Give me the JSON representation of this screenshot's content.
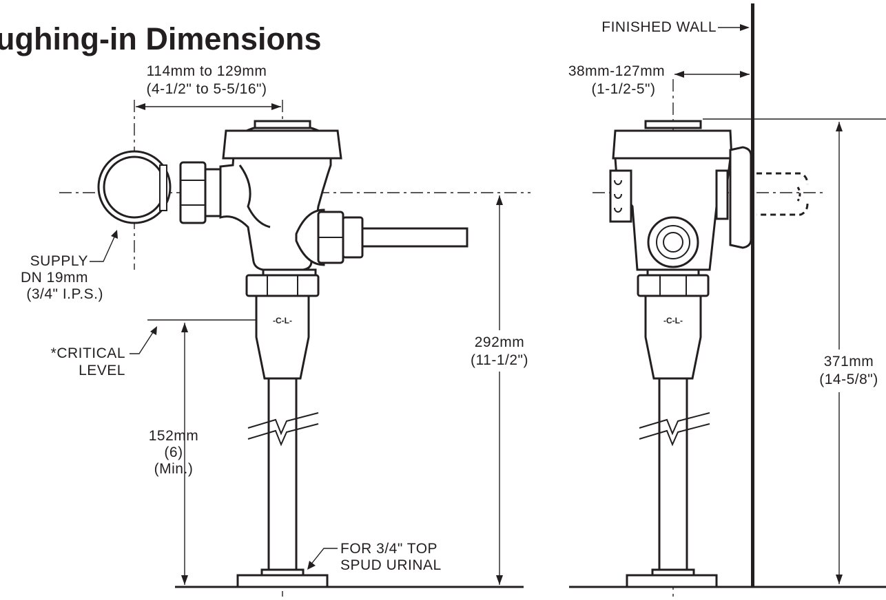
{
  "title": "ughing-in Dimensions",
  "left_view": {
    "top_dimension_mm": "114mm to 129mm",
    "top_dimension_in": "(4-1/2\" to 5-5/16\")",
    "supply_line1": "SUPPLY",
    "supply_line2": "DN 19mm",
    "supply_line3": "(3/4\" I.P.S.)",
    "critical_line1": "*CRITICAL",
    "critical_line2": "LEVEL",
    "centerline_mark": "-C-L-",
    "height_mm": "292mm",
    "height_in": "(11-1/2\")",
    "min_mm": "152mm",
    "min_in": "(6)",
    "min_note": "(Min.)",
    "urinal_line1": "FOR 3/4\" TOP",
    "urinal_line2": "SPUD URINAL"
  },
  "right_view": {
    "finished_wall": "FINISHED WALL",
    "offset_mm": "38mm-127mm",
    "offset_in": "(1-1/2-5\")",
    "centerline_mark": "-C-L-",
    "height_mm": "371mm",
    "height_in": "(14-5/8\")"
  }
}
